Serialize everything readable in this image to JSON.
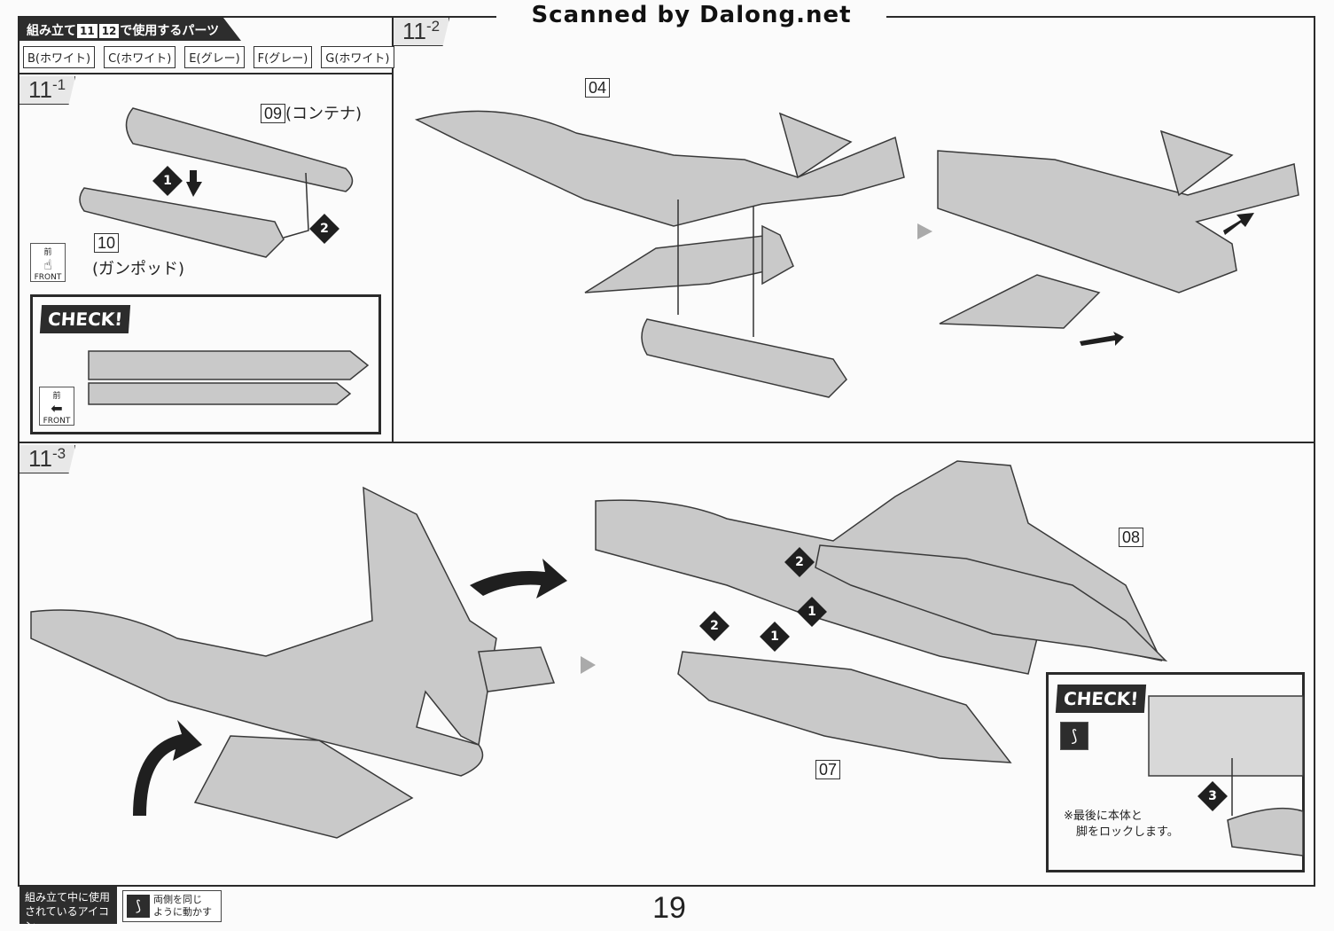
{
  "scan_watermark": "Scanned by Dalong.net",
  "parts_header": {
    "prefix": "組み立て",
    "step_a": "11",
    "step_b": "12",
    "suffix": "で使用するパーツ"
  },
  "parts": [
    {
      "letter": "B",
      "label": "B(ホワイト)"
    },
    {
      "letter": "C",
      "label": "C(ホワイト)"
    },
    {
      "letter": "E",
      "label": "E(グレー)"
    },
    {
      "letter": "F",
      "label": "F(グレー)"
    },
    {
      "letter": "G",
      "label": "G(ホワイト)"
    }
  ],
  "steps": {
    "s11_1": {
      "main": "11",
      "sub": "-1"
    },
    "s11_2": {
      "main": "11",
      "sub": "-2"
    },
    "s11_3": {
      "main": "11",
      "sub": "-3"
    }
  },
  "labels": {
    "part09_no": "09",
    "part09_name": "(コンテナ)",
    "part10_no": "10",
    "part10_name": "(ガンポッド)",
    "part04_no": "04",
    "part08_no": "08",
    "part07_no": "07"
  },
  "front_icon": {
    "kanji": "前",
    "text": "FRONT"
  },
  "check": {
    "label": "CHECK!"
  },
  "check_note": {
    "line1": "※最後に本体と",
    "line2": "脚をロックします。"
  },
  "markers": {
    "one": "1",
    "two": "2",
    "three": "3"
  },
  "footer": {
    "box_line1": "組み立て中に使用",
    "box_line2": "されているアイコン",
    "icon_line1": "両側を同じ",
    "icon_line2": "ように動かす"
  },
  "page_number": "19"
}
